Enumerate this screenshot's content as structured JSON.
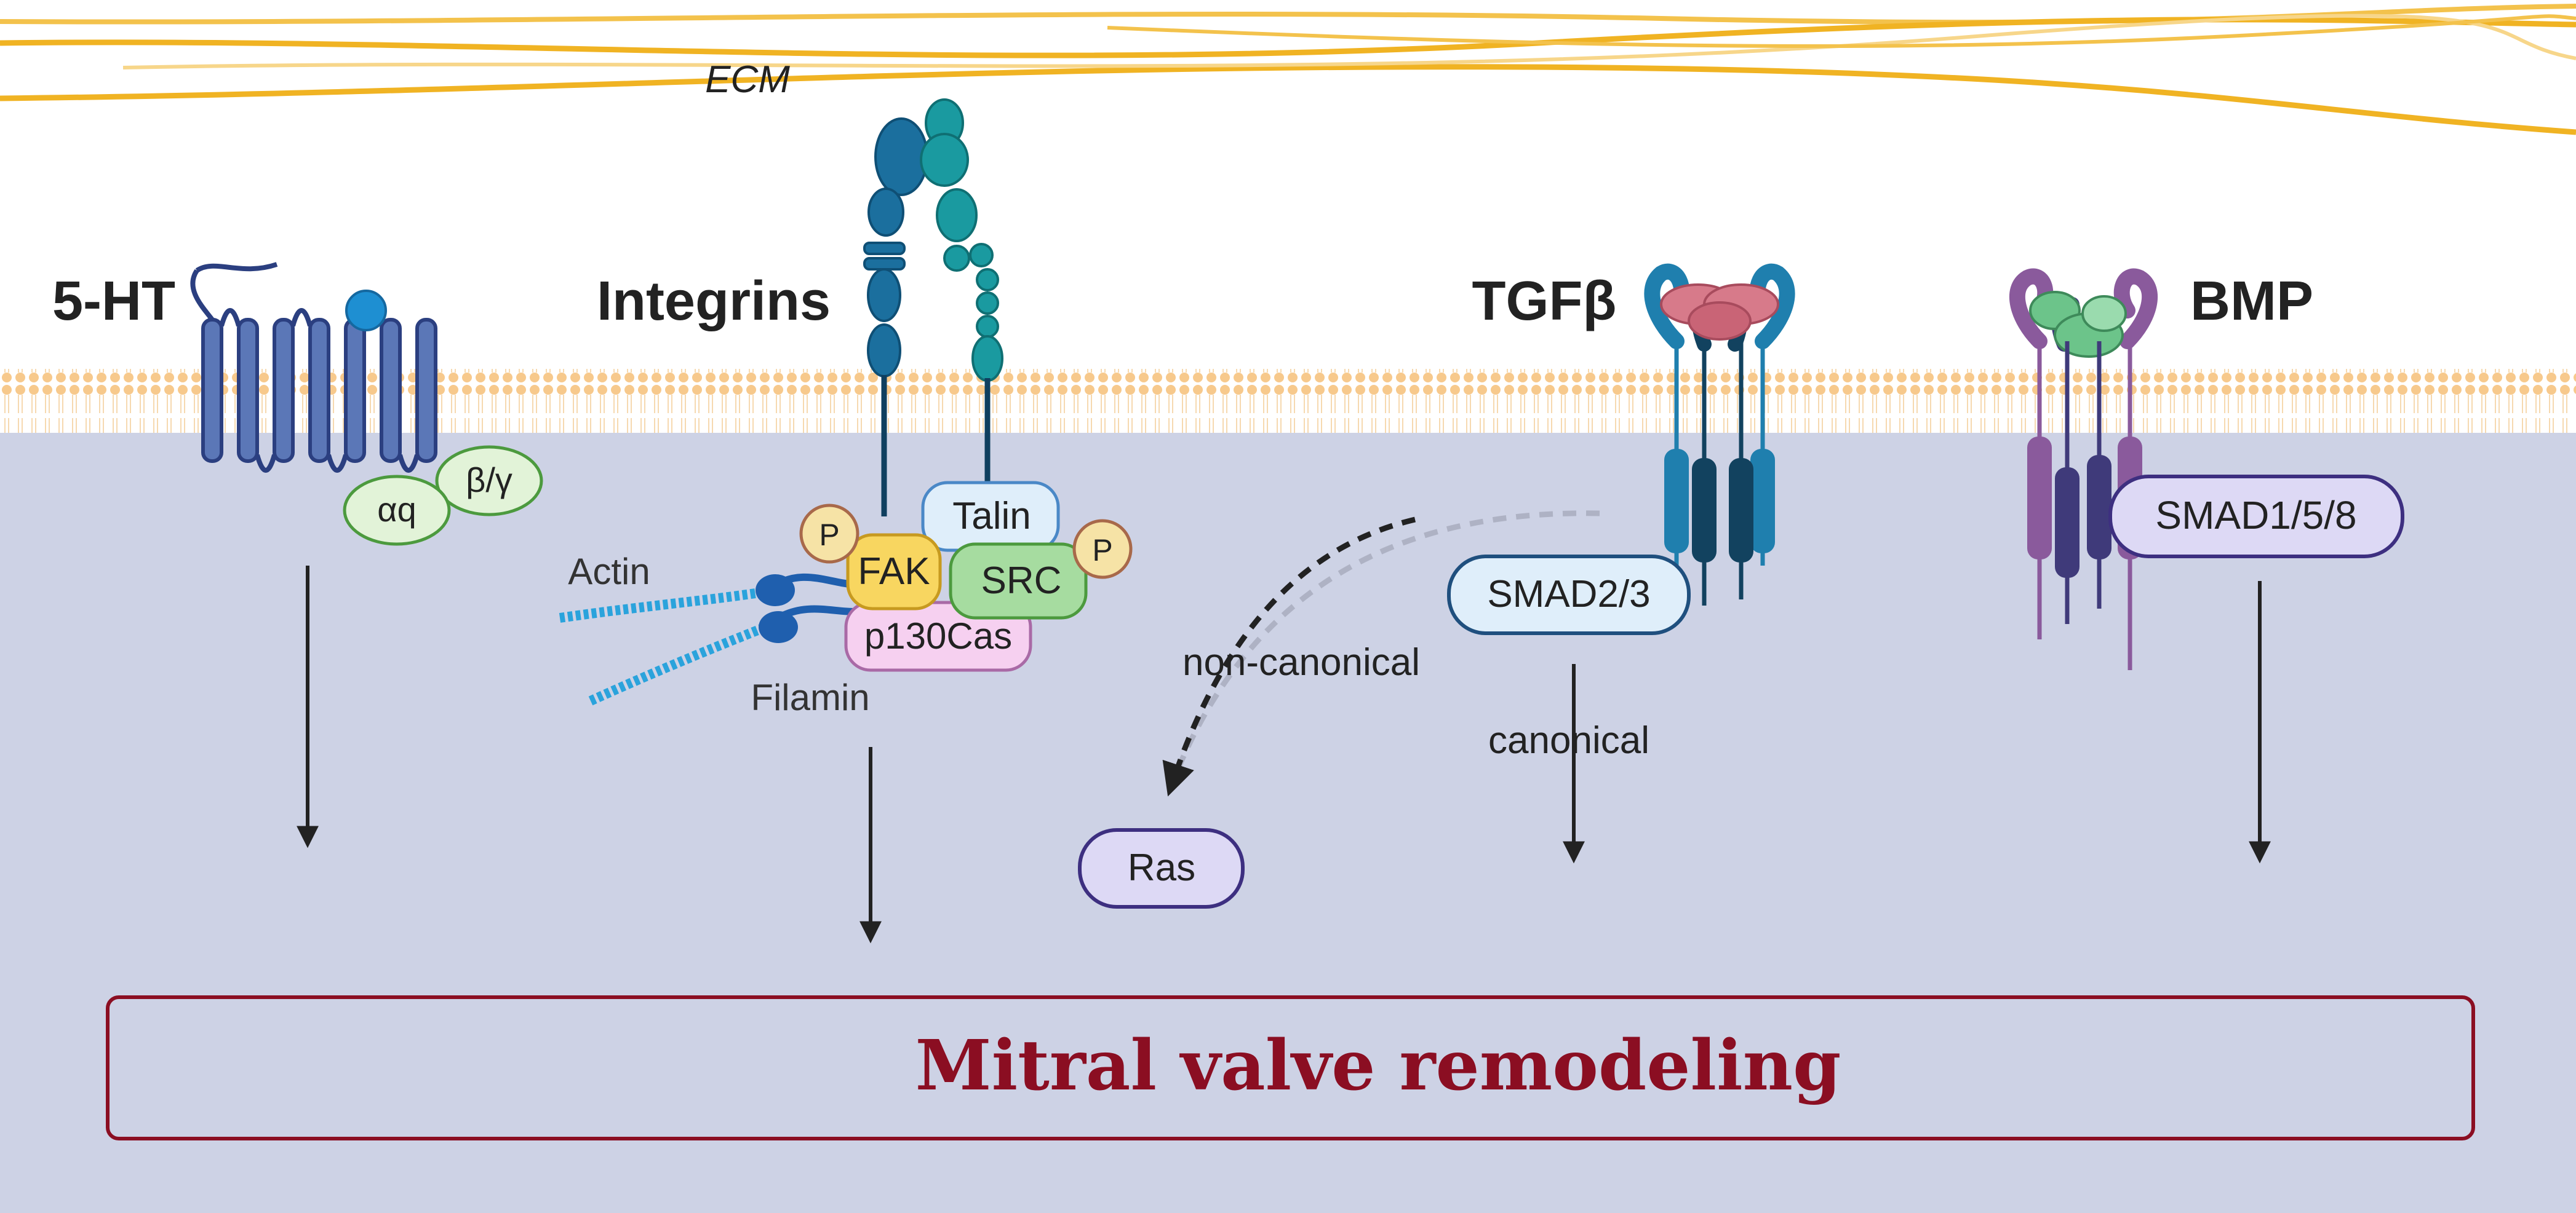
{
  "ecm_label": "ECM",
  "pathways": {
    "serotonin": {
      "title": "5-HT",
      "subunit_alpha": "αq",
      "subunit_beta": "β/γ"
    },
    "integrins": {
      "title": "Integrins",
      "talin": "Talin",
      "fak": "FAK",
      "src": "SRC",
      "p130cas": "p130Cas",
      "phospho": "P",
      "actin": "Actin",
      "filamin": "Filamin"
    },
    "tgfb": {
      "title": "TGFβ",
      "smad": "SMAD2/3",
      "canonical": "canonical",
      "non_canonical": "non-canonical",
      "ras": "Ras"
    },
    "bmp": {
      "title": "BMP",
      "smad": "SMAD1/5/8"
    }
  },
  "outcome": "Mitral valve remodeling",
  "colors": {
    "cytoplasm": "#cdd2e5",
    "membrane": "#f7d3a0",
    "ecm_fiber": "#f0b323",
    "receptor_blue": "#5b77b7",
    "integrin_dark": "#1b6f9e",
    "integrin_teal": "#1a9aa0",
    "tgfb_receptor": "#1f7fae",
    "tgfb_ligand": "#d77a8a",
    "bmp_receptor": "#8a5a9c",
    "bmp_ligand": "#6cc48a",
    "outcome_text": "#8b0e22",
    "outcome_border": "#8b0e22"
  }
}
